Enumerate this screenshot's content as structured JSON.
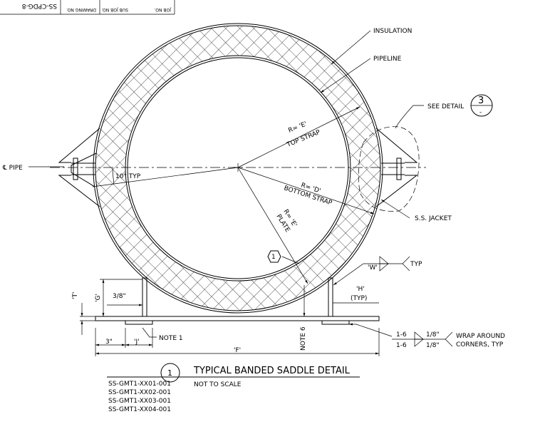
{
  "title_block": {
    "cells": [
      "SS-CPDG-8",
      "DRAWING NO.",
      "SUB JOB NO.",
      "JOB NO."
    ]
  },
  "callouts": {
    "insulation": "INSULATION",
    "pipeline": "PIPELINE",
    "see_detail": "SEE DETAIL",
    "detail_num": "3",
    "detail_sub": "-",
    "pipe_cl": "℄ PIPE",
    "angle": "10° TYP",
    "top_strap_r": "R= 'E'",
    "top_strap": "TOP STRAP",
    "bottom_strap_r": "R= 'D'",
    "bottom_strap": "BOTTOM STRAP",
    "plate_r": "R= 'E'",
    "plate": "PLATE",
    "ss_jacket": "S.S. JACKET",
    "note_tag": "1",
    "weld_w": "'W'",
    "typ": "TYP",
    "dim_h": "'H'",
    "dim_h_typ": "(TYP)",
    "dim_t": "'T'",
    "dim_g": "'G'",
    "dim_38": "3/8\"",
    "dim_3": "3\"",
    "dim_j": "'J'",
    "note_1": "NOTE 1",
    "note_6": "NOTE 6",
    "dim_f": "'F'",
    "weld_a_pitch": "1-6",
    "weld_a_size": "1/8\"",
    "weld_b_pitch": "1-6",
    "weld_b_size": "1/8\"",
    "wrap_1": "WRAP AROUND",
    "wrap_2": "CORNERS, TYP"
  },
  "detail_title": {
    "number": "1",
    "title": "TYPICAL BANDED SADDLE DETAIL",
    "subtitle": "NOT TO SCALE",
    "references": [
      "SS-GMT1-XX01-001",
      "SS-GMT1-XX02-001",
      "SS-GMT1-XX03-001",
      "SS-GMT1-XX04-001"
    ]
  }
}
